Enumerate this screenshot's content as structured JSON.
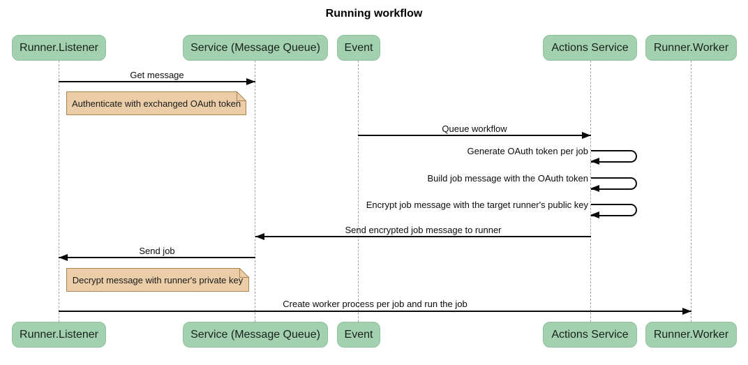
{
  "title": "Running workflow",
  "diagram_type": "sequence",
  "participants": [
    {
      "id": "runner-listener",
      "label": "Runner.Listener"
    },
    {
      "id": "service-message-queue",
      "label": "Service (Message Queue)"
    },
    {
      "id": "event",
      "label": "Event"
    },
    {
      "id": "actions-service",
      "label": "Actions Service"
    },
    {
      "id": "runner-worker",
      "label": "Runner.Worker"
    }
  ],
  "messages": [
    {
      "label": "Get message",
      "from": "Runner.Listener",
      "to": "Service (Message Queue)",
      "kind": "arrow"
    },
    {
      "label": "Queue workflow",
      "from": "Event",
      "to": "Actions Service",
      "kind": "arrow"
    },
    {
      "label": "Generate OAuth token per job",
      "from": "Actions Service",
      "to": "Actions Service",
      "kind": "self"
    },
    {
      "label": "Build job message with the OAuth token",
      "from": "Actions Service",
      "to": "Actions Service",
      "kind": "self"
    },
    {
      "label": "Encrypt job message with the target runner's public key",
      "from": "Actions Service",
      "to": "Actions Service",
      "kind": "self"
    },
    {
      "label": "Send encrypted job message to runner",
      "from": "Actions Service",
      "to": "Service (Message Queue)",
      "kind": "arrow"
    },
    {
      "label": "Send job",
      "from": "Service (Message Queue)",
      "to": "Runner.Listener",
      "kind": "arrow"
    },
    {
      "label": "Create worker process per job and run the job",
      "from": "Runner.Listener",
      "to": "Runner.Worker",
      "kind": "arrow"
    }
  ],
  "notes": [
    {
      "label": "Authenticate with exchanged OAuth token",
      "anchor": "Runner.Listener"
    },
    {
      "label": "Decrypt message with runner's private key",
      "anchor": "Runner.Listener"
    }
  ],
  "colors": {
    "background": "#ffffff",
    "actor_fill": "#a3d1af",
    "actor_border": "#8fc29e",
    "note_fill": "#ebcda8",
    "note_border": "#a9834f",
    "lifeline": "#a3a3a3",
    "line": "#0b0b0b",
    "text": "#000000"
  }
}
